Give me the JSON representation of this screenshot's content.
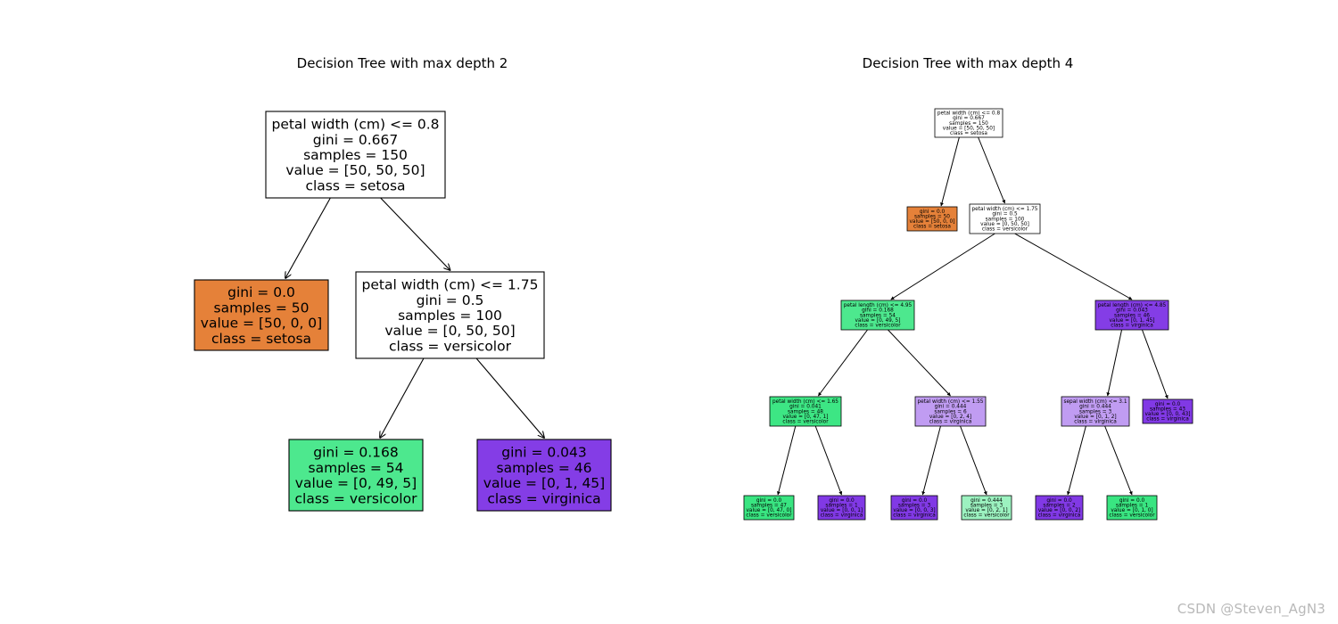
{
  "figure": {
    "watermark": "CSDN @Steven_AgN3"
  },
  "trees": [
    {
      "title": "Decision Tree with max depth 2",
      "nodes": [
        {
          "id": "root",
          "parent": null,
          "lines": [
            "petal width (cm) <= 0.8",
            "gini = 0.667",
            "samples = 150",
            "value = [50, 50, 50]",
            "class = setosa"
          ],
          "fill": "#ffffff"
        },
        {
          "id": "leaf-setosa",
          "parent": "root",
          "lines": [
            "gini = 0.0",
            "samples = 50",
            "value = [50, 0, 0]",
            "class = setosa"
          ],
          "fill": "#e58139"
        },
        {
          "id": "split-1-75",
          "parent": "root",
          "lines": [
            "petal width (cm) <= 1.75",
            "gini = 0.5",
            "samples = 100",
            "value = [0, 50, 50]",
            "class = versicolor"
          ],
          "fill": "#ffffff"
        },
        {
          "id": "leaf-versicolor",
          "parent": "split-1-75",
          "lines": [
            "gini = 0.168",
            "samples = 54",
            "value = [0, 49, 5]",
            "class = versicolor"
          ],
          "fill": "#4de88e"
        },
        {
          "id": "leaf-virginica",
          "parent": "split-1-75",
          "lines": [
            "gini = 0.043",
            "samples = 46",
            "value = [0, 1, 45]",
            "class = virginica"
          ],
          "fill": "#843de6"
        }
      ]
    },
    {
      "title": "Decision Tree with max depth 4",
      "nodes": [
        {
          "id": "root",
          "parent": null,
          "lines": [
            "petal width (cm) <= 0.8",
            "gini = 0.667",
            "samples = 150",
            "value = [50, 50, 50]",
            "class = setosa"
          ],
          "fill": "#ffffff"
        },
        {
          "id": "setosa-leaf",
          "parent": "root",
          "lines": [
            "gini = 0.0",
            "samples = 50",
            "value = [50, 0, 0]",
            "class = setosa"
          ],
          "fill": "#e58139"
        },
        {
          "id": "pw-1-75",
          "parent": "root",
          "lines": [
            "petal width (cm) <= 1.75",
            "gini = 0.5",
            "samples = 100",
            "value = [0, 50, 50]",
            "class = versicolor"
          ],
          "fill": "#ffffff"
        },
        {
          "id": "pl-4-95",
          "parent": "pw-1-75",
          "lines": [
            "petal length (cm) <= 4.95",
            "gini = 0.168",
            "samples = 54",
            "value = [0, 49, 5]",
            "class = versicolor"
          ],
          "fill": "#4de88e"
        },
        {
          "id": "pl-4-85",
          "parent": "pw-1-75",
          "lines": [
            "petal length (cm) <= 4.85",
            "gini = 0.043",
            "samples = 46",
            "value = [0, 1, 45]",
            "class = virginica"
          ],
          "fill": "#843de6"
        },
        {
          "id": "pw-1-65",
          "parent": "pl-4-95",
          "lines": [
            "petal width (cm) <= 1.65",
            "gini = 0.041",
            "samples = 48",
            "value = [0, 47, 1]",
            "class = versicolor"
          ],
          "fill": "#3de684"
        },
        {
          "id": "pw-1-55",
          "parent": "pl-4-95",
          "lines": [
            "petal width (cm) <= 1.55",
            "gini = 0.444",
            "samples = 6",
            "value = [0, 2, 4]",
            "class = virginica"
          ],
          "fill": "#c09cf2"
        },
        {
          "id": "sw-3-1",
          "parent": "pl-4-85",
          "lines": [
            "sepal width (cm) <= 3.1",
            "gini = 0.444",
            "samples = 3",
            "value = [0, 1, 2]",
            "class = virginica"
          ],
          "fill": "#c09cf2"
        },
        {
          "id": "leaf-43",
          "parent": "pl-4-85",
          "lines": [
            "gini = 0.0",
            "samples = 43",
            "value = [0, 0, 43]",
            "class = virginica"
          ],
          "fill": "#8139e5"
        },
        {
          "id": "leaf-47",
          "parent": "pw-1-65",
          "lines": [
            "gini = 0.0",
            "samples = 47",
            "value = [0, 47, 0]",
            "class = versicolor"
          ],
          "fill": "#39e581"
        },
        {
          "id": "leaf-1a",
          "parent": "pw-1-65",
          "lines": [
            "gini = 0.0",
            "samples = 1",
            "value = [0, 0, 1]",
            "class = virginica"
          ],
          "fill": "#8139e5"
        },
        {
          "id": "leaf-3",
          "parent": "pw-1-55",
          "lines": [
            "gini = 0.0",
            "samples = 3",
            "value = [0, 0, 3]",
            "class = virginica"
          ],
          "fill": "#8139e5"
        },
        {
          "id": "leaf-3b",
          "parent": "pw-1-55",
          "lines": [
            "gini = 0.444",
            "samples = 3",
            "value = [0, 2, 1]",
            "class = versicolor"
          ],
          "fill": "#9cf2c0"
        },
        {
          "id": "leaf-2",
          "parent": "sw-3-1",
          "lines": [
            "gini = 0.0",
            "samples = 2",
            "value = [0, 0, 2]",
            "class = virginica"
          ],
          "fill": "#8139e5"
        },
        {
          "id": "leaf-1b",
          "parent": "sw-3-1",
          "lines": [
            "gini = 0.0",
            "samples = 1",
            "value = [0, 1, 0]",
            "class = versicolor"
          ],
          "fill": "#39e581"
        }
      ]
    }
  ]
}
